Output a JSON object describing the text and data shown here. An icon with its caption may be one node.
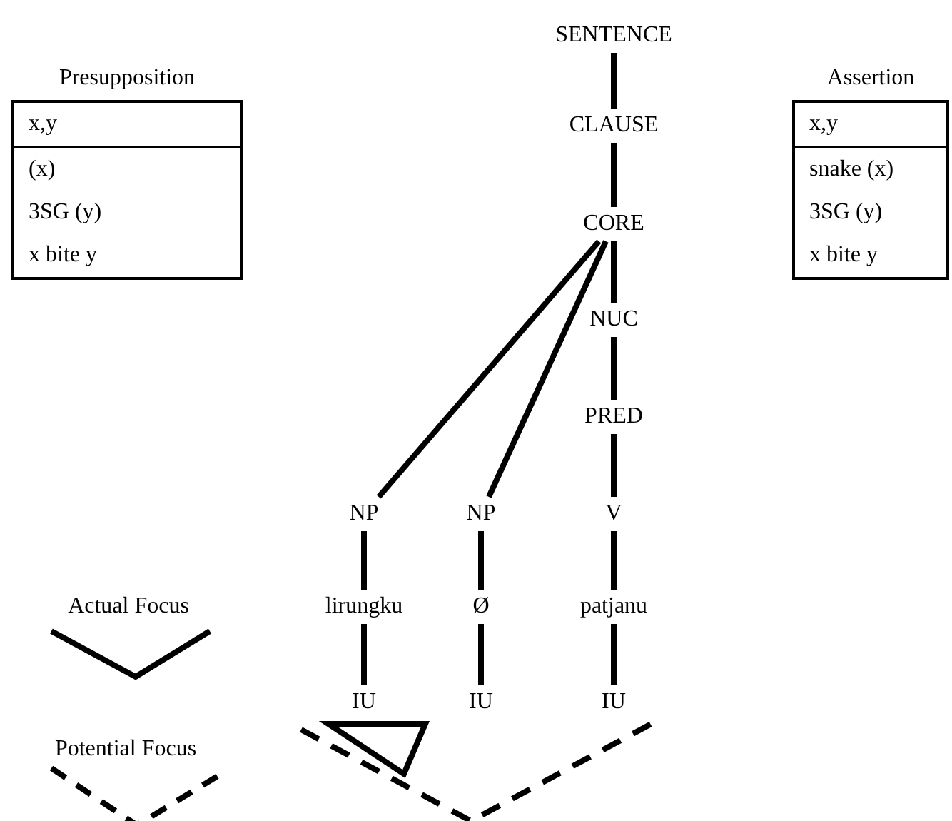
{
  "diagram": {
    "nodes": [
      {
        "text": [
          "Presupposition",
          "x,y",
          "(x)",
          "3SG (y)",
          "x bite y"
        ]
      },
      {
        "text": [
          "SENTENCE"
        ]
      },
      {
        "text": [
          "Assertion",
          "x,y",
          "snake (x)",
          "3SG (y)",
          "x bite y"
        ]
      },
      {
        "text": [
          "CLAUSE"
        ]
      },
      {
        "text": [
          "CORE"
        ]
      },
      {
        "text": [
          "NUC"
        ]
      },
      {
        "text": [
          "PRED"
        ]
      },
      {
        "text": [
          "NP"
        ]
      },
      {
        "text": [
          "NP"
        ]
      },
      {
        "text": [
          "V"
        ]
      },
      {
        "text": [
          "lirungku"
        ]
      },
      {
        "text": [
          "Ø"
        ]
      },
      {
        "text": [
          "patjanu"
        ]
      },
      {
        "text": [
          "IU"
        ]
      },
      {
        "text": [
          "IU"
        ]
      },
      {
        "text": [
          "IU"
        ]
      }
    ],
    "edges": [
      {
        "from": 1,
        "to": 3,
        "arrow": "none"
      },
      {
        "from": 3,
        "to": 4,
        "arrow": "none"
      },
      {
        "from": 4,
        "to": 5,
        "arrow": "none"
      },
      {
        "from": 5,
        "to": 6,
        "arrow": "none"
      },
      {
        "from": 6,
        "to": 9,
        "arrow": "none"
      },
      {
        "from": 4,
        "to": 7,
        "arrow": "none"
      },
      {
        "from": 4,
        "to": 8,
        "arrow": "none"
      },
      {
        "from": 7,
        "to": 10,
        "arrow": "none"
      },
      {
        "from": 8,
        "to": 11,
        "arrow": "none"
      },
      {
        "from": 9,
        "to": 12,
        "arrow": "none"
      },
      {
        "from": 10,
        "to": 13,
        "arrow": "none"
      },
      {
        "from": 11,
        "to": 14,
        "arrow": "none"
      },
      {
        "from": 12,
        "to": 15,
        "arrow": "none"
      }
    ],
    "labels": [
      "Actual Focus",
      "Potential Focus"
    ]
  }
}
